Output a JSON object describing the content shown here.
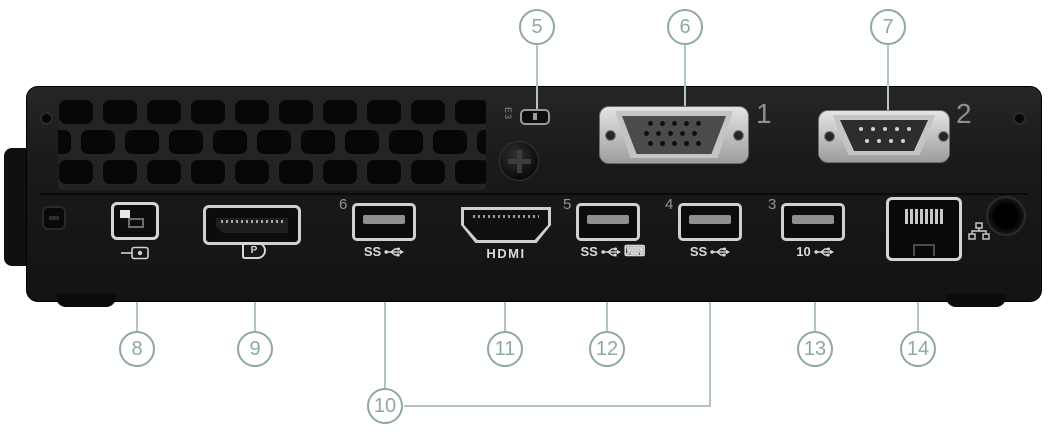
{
  "colors": {
    "callout_ring": "#8fa8a6",
    "callout_text": "#8fa8a6",
    "leader_line": "#b2c4c4",
    "chassis_black": "#181818",
    "plate_silver": "#c9c9c9",
    "port_outline": "#d0d0d0",
    "label_gray": "#969696",
    "label_white": "#dadada"
  },
  "callouts": {
    "c5": "5",
    "c6": "6",
    "c7": "7",
    "c8": "8",
    "c9": "9",
    "c10": "10",
    "c11": "11",
    "c12": "12",
    "c13": "13",
    "c14": "14"
  },
  "labels": {
    "vga_port_number": "1",
    "serial_port_number": "2",
    "usb_port_6": "6",
    "usb_port_5": "5",
    "usb_port_4": "4",
    "usb_port_3": "3",
    "hdmi": "HDMI",
    "superspeed": "SS",
    "usb_10gbps": "10",
    "security_slot_marking": "E3"
  },
  "icons": {
    "keyboard": "⌨",
    "displayport_logo_letter": "P"
  }
}
